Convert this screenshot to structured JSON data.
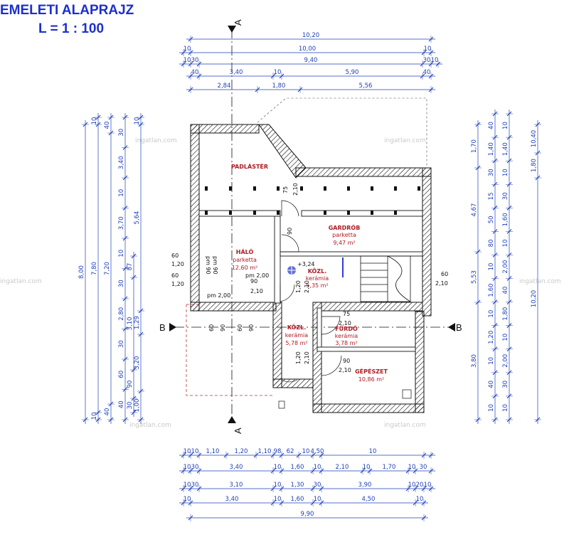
{
  "title": {
    "line1": "EMELETI ALAPRAJZ",
    "line2": "L = 1 : 100"
  },
  "rooms": [
    {
      "name": "PADLÁSTÉR",
      "floor": "",
      "area": ""
    },
    {
      "name": "GARDRÓB",
      "floor": "parketta",
      "area": "9,47 m²"
    },
    {
      "name": "HÁLÓ",
      "floor": "parketta",
      "area": "12,60 m²"
    },
    {
      "name": "KÖZL.",
      "floor": "kerámia",
      "area": "5,35 m²"
    },
    {
      "name": "FÜRDŐ",
      "floor": "kerámia",
      "area": "3,78 m²"
    },
    {
      "name": "KÖZL.",
      "floor": "kerámia",
      "area": "5,78 m²"
    },
    {
      "name": "GÉPÉSZET",
      "floor": "",
      "area": "10,86 m²"
    }
  ],
  "level": "+3,24",
  "section_markers": {
    "a": "A",
    "b": "B"
  },
  "watermark": "ingatlan.com",
  "dimensions": {
    "top": [
      [
        "10,20"
      ],
      [
        "10",
        "10,00",
        "10"
      ],
      [
        "10",
        "30",
        "9,40",
        "30",
        "10"
      ],
      [
        "40",
        "3,40",
        "10",
        "5,90",
        "40"
      ],
      [
        "2,84",
        "1,80",
        "5,56"
      ]
    ],
    "bottom": [
      [
        "10",
        "10",
        "1,10",
        "1,20",
        "1,10",
        "98",
        "62",
        "10",
        "4,50",
        "10"
      ],
      [
        "10",
        "30",
        "3,40",
        "10",
        "1,60",
        "10",
        "2,10",
        "10",
        "1,70",
        "10",
        "30"
      ],
      [
        "10",
        "30",
        "3,10",
        "10",
        "1,30",
        "30",
        "3,90",
        "10",
        "20",
        "10"
      ],
      [
        "10",
        "3,40",
        "10",
        "1,60",
        "10",
        "4,50",
        "10"
      ],
      [
        "9,90"
      ]
    ],
    "left": [
      [
        "8,00"
      ],
      [
        "10",
        "7,80",
        "10"
      ],
      [
        "40",
        "7,20",
        "40"
      ],
      [
        "30",
        "3,40",
        "10",
        "3,70",
        "10",
        "30",
        "2,80",
        "30",
        "60",
        "40"
      ],
      [
        "10",
        "5,64",
        "1,29",
        "3,20",
        "1,00"
      ],
      [
        "87",
        "3,10",
        "90",
        "30"
      ]
    ],
    "right": [
      [
        "40",
        "1,40",
        "30",
        "15",
        "50",
        "80",
        "10",
        "1,60",
        "10",
        "1,20",
        "10",
        "40",
        "10"
      ],
      [
        "10",
        "1,40",
        "10",
        "30",
        "1,60",
        "10",
        "2,00",
        "40",
        "1,80",
        "10",
        "2,00",
        "30",
        "10"
      ],
      [
        "1,70",
        "4,67",
        "5,53",
        "3,80"
      ],
      [
        "10,40",
        "1,80",
        "10,20"
      ]
    ],
    "openings": {
      "window_w": "60",
      "window_h": "1,20",
      "pm": "pm 2,00",
      "pm90": "pm 90",
      "door": "90",
      "door_h": "2,10",
      "wall": "75",
      "one_twenty": "1,20",
      "sixty": "60"
    }
  },
  "colors": {
    "blue": "#1c2fd0",
    "dim": "#1f3fb8",
    "room_text": "#b01a22",
    "wall": "#111111",
    "dashed": "#c23030"
  }
}
